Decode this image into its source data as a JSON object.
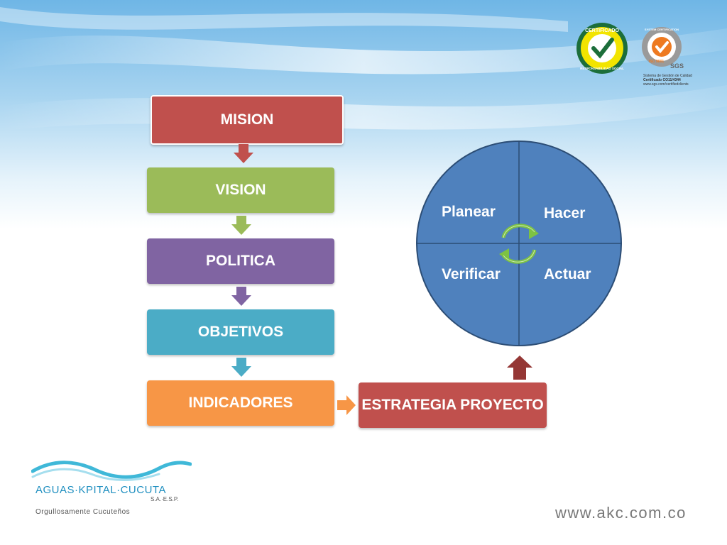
{
  "flow": {
    "mision": "MISION",
    "vision": "VISION",
    "politica": "POLITICA",
    "objetivos": "OBJETIVOS",
    "indicadores": "INDICADORES",
    "estrategia": "ESTRATEGIA PROYECTO"
  },
  "cycle": {
    "planear": "Planear",
    "hacer": "Hacer",
    "verificar": "Verificar",
    "actuar": "Actuar"
  },
  "badges": {
    "certificado_top": "CERTIFICADO",
    "certificado_bottom": "RESPONSABILIDAD SOCIAL",
    "sgs_top": "SYSTEM CERTIFICATION",
    "sgs_iso": "ISO 9001",
    "sgs_name": "SGS",
    "sgs_caption_1": "Sistema de Gestión de Calidad",
    "sgs_caption_2": "Certificado CO11/4344",
    "sgs_caption_3": "www.sgs.com/certifiedclients"
  },
  "footer": {
    "company": "AGUAS·KPITAL·CUCUTA",
    "company_suffix": "S.A.·E.S.P.",
    "slogan": "Orgullosamente Cucuteños",
    "website": "www.akc.com.co"
  },
  "colors": {
    "mision": "#C0504D",
    "vision": "#9BBB59",
    "politica": "#8064A2",
    "objetivos": "#4BACC6",
    "indicadores": "#F79646",
    "estrategia": "#C0504D",
    "circle": "#4F81BD",
    "cycle_arrows": "#7DC243"
  }
}
